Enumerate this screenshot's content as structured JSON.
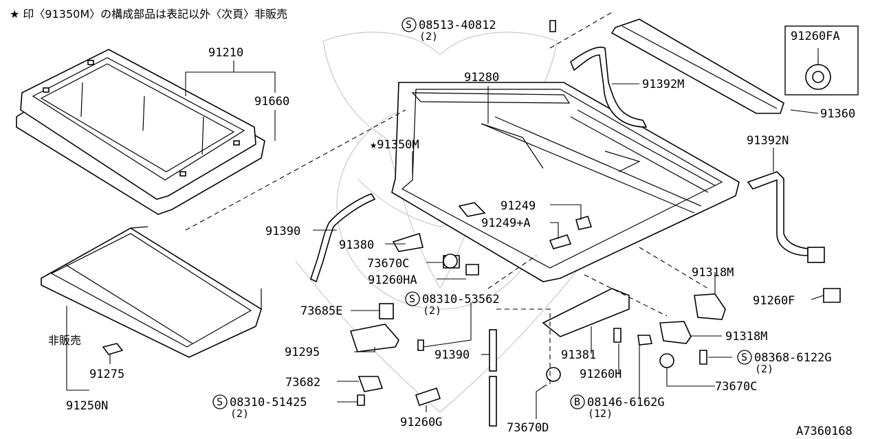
{
  "header_note": "★ 印〈91350M〉の構成部品は表記以外〈次頁〉非販売",
  "figure_id": "A7360168",
  "labels": {
    "p91210": "91210",
    "p91660": "91660",
    "p91280": "91280",
    "p91392M": "91392M",
    "p91260FA": "91260FA",
    "p91360": "91360",
    "p91350M": "★91350M",
    "p91392N": "91392N",
    "p91249": "91249",
    "p91249A": "91249+A",
    "p91390a": "91390",
    "p91380": "91380",
    "p73670C_a": "73670C",
    "p91260HA": "91260HA",
    "p91318M_a": "91318M",
    "p91260F": "91260F",
    "p73685E": "73685E",
    "p91295": "91295",
    "p91390b": "91390",
    "p91381": "91381",
    "p91318M_b": "91318M",
    "p91260H": "91260H",
    "p73682": "73682",
    "p73670C_b": "73670C",
    "p91260G": "91260G",
    "p73670D": "73670D",
    "p91275": "91275",
    "p91250N": "91250N",
    "hihanbai": "非販売"
  },
  "screws": {
    "s1_code": "08513-40812",
    "s1_qty": "(2)",
    "s2_code": "08310-53562",
    "s2_qty": "(2)",
    "s3_code": "08310-51425",
    "s3_qty": "(2)",
    "s4_code": "08368-6122G",
    "s4_qty": "(2)",
    "b1_code": "08146-6162G",
    "b1_qty": "(12)",
    "s_symbol": "S",
    "b_symbol": "B"
  }
}
